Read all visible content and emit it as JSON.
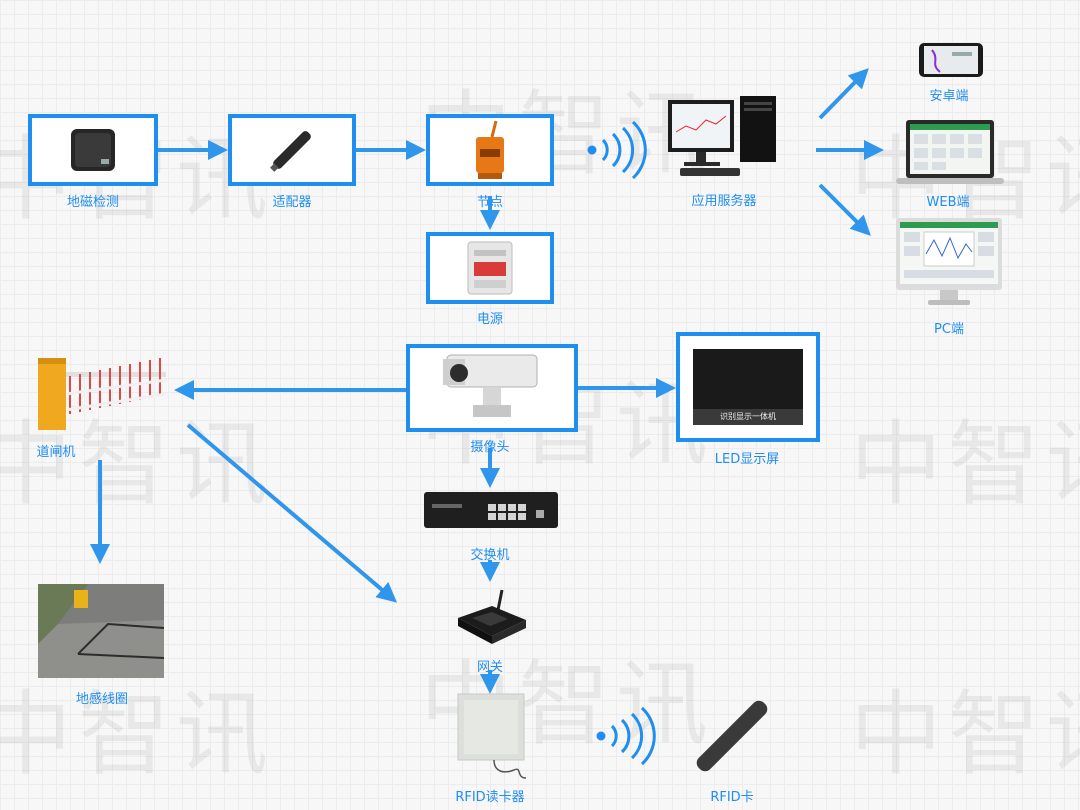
{
  "watermark": "中智讯",
  "colors": {
    "accent": "#1f8ef1"
  },
  "labels": {
    "geomagnetic": "地磁检测",
    "adapter": "适配器",
    "node": "节点",
    "power": "电源",
    "server": "应用服务器",
    "android": "安卓端",
    "web": "WEB端",
    "pc": "PC端",
    "barrier": "道闸机",
    "camera": "摄像头",
    "led": "LED显示屏",
    "led_screen_text": "识别显示一体机",
    "switch": "交换机",
    "gateway": "网关",
    "loop": "地感线圈",
    "rfid_reader": "RFID读卡器",
    "rfid_card": "RFID卡"
  }
}
